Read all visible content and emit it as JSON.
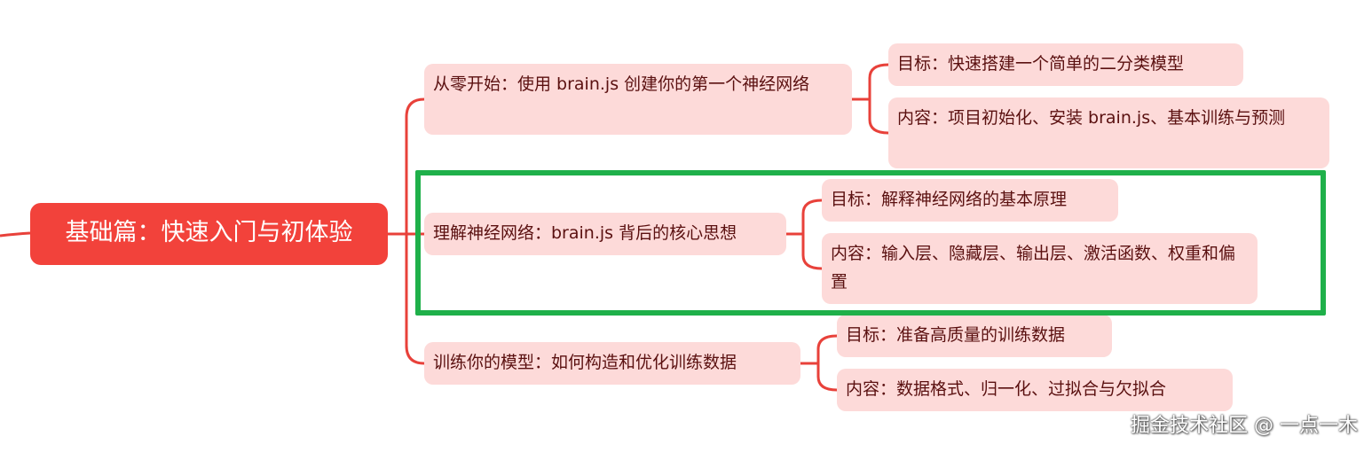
{
  "diagram": {
    "root": {
      "label": "基础篇：快速入门与初体验"
    },
    "branches": [
      {
        "label": "从零开始：使用 brain.js 创建你的第一个神经网络",
        "children": [
          {
            "label": "目标：快速搭建一个简单的二分类模型"
          },
          {
            "label": "内容：项目初始化、安装 brain.js、基本训练与预测"
          }
        ]
      },
      {
        "label": "理解神经网络：brain.js 背后的核心思想",
        "children": [
          {
            "label": "目标：解释神经网络的基本原理"
          },
          {
            "label": "内容：输入层、隐藏层、输出层、激活函数、权重和偏置"
          }
        ]
      },
      {
        "label": "训练你的模型：如何构造和优化训练数据",
        "children": [
          {
            "label": "目标：准备高质量的训练数据"
          },
          {
            "label": "内容：数据格式、归一化、过拟合与欠拟合"
          }
        ]
      }
    ],
    "colors": {
      "root_fill": "#f2423b",
      "node_fill": "#fddad9",
      "edge": "#e8413a",
      "highlight": "#1fb04a"
    }
  },
  "watermark": "掘金技术社区 @ 一点一木"
}
